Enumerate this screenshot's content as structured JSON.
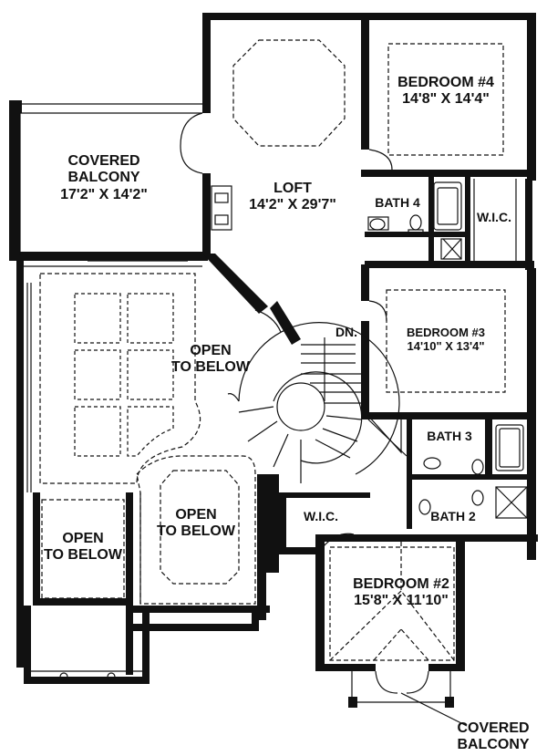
{
  "plan": {
    "rooms": {
      "covered_balcony_top": {
        "name": "COVERED\nBALCONY",
        "size": "17'2\" X 14'2\""
      },
      "loft": {
        "name": "LOFT",
        "size": "14'2\" X 29'7\""
      },
      "bedroom4": {
        "name": "BEDROOM #4",
        "size": "14'8\" X 14'4\""
      },
      "bath4": {
        "name": "BATH 4"
      },
      "wic_right": {
        "name": "W.I.C."
      },
      "bedroom3": {
        "name": "BEDROOM #3",
        "size": "14'10\" X 13'4\""
      },
      "bath3": {
        "name": "BATH 3"
      },
      "bath2": {
        "name": "BATH 2"
      },
      "wic_center": {
        "name": "W.I.C."
      },
      "bedroom2": {
        "name": "BEDROOM #2",
        "size": "15'8\" X 11'10\""
      },
      "open_below_main": {
        "name": "OPEN\nTO BELOW"
      },
      "open_below_center": {
        "name": "OPEN\nTO BELOW"
      },
      "open_below_left": {
        "name": "OPEN\nTO BELOW"
      },
      "covered_balcony_bottom": {
        "name": "COVERED\nBALCONY"
      }
    },
    "stair_label": "DN."
  }
}
